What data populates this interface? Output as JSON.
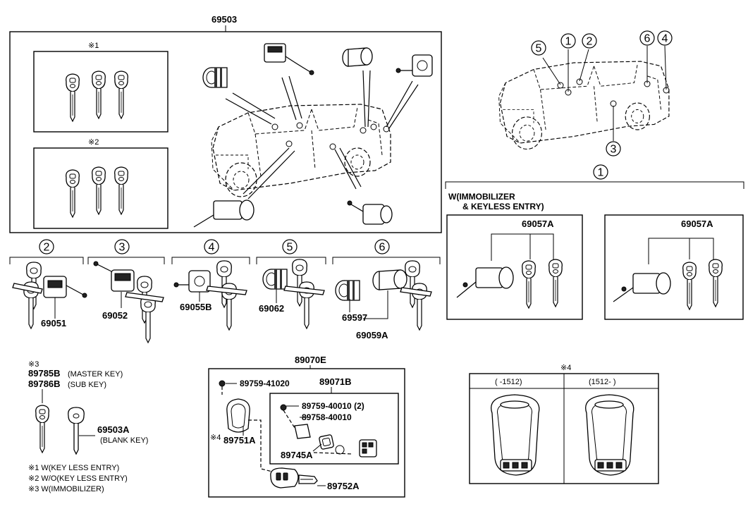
{
  "main_assembly": {
    "part_no": "69503",
    "note1_label": "※1",
    "note2_label": "※2"
  },
  "locations": {
    "top_callouts": [
      "5",
      "1",
      "2",
      "6",
      "4"
    ],
    "side_callout": "3"
  },
  "groups": [
    {
      "ref": "2",
      "parts": [
        "69051"
      ]
    },
    {
      "ref": "3",
      "parts": [
        "69052"
      ]
    },
    {
      "ref": "4",
      "parts": [
        "69055B"
      ]
    },
    {
      "ref": "5",
      "parts": [
        "69062"
      ]
    },
    {
      "ref": "6",
      "parts": [
        "69597",
        "69059A"
      ]
    }
  ],
  "ignition_group": {
    "ref": "1",
    "variant_label_line1": "W(IMMOBILIZER",
    "variant_label_line2": "& KEYLESS ENTRY)",
    "left_part": "69057A",
    "right_part": "69057A"
  },
  "keys": {
    "note_label": "※3",
    "master_key": "89785B",
    "master_key_desc": "(MASTER KEY)",
    "sub_key": "89786B",
    "sub_key_desc": "(SUB KEY)",
    "blank_key": "69503A",
    "blank_key_desc": "(BLANK KEY)"
  },
  "legend": [
    "※1 W(KEY LESS ENTRY)",
    "※2 W/O(KEY LESS ENTRY)",
    "※3 W(IMMOBILIZER)"
  ],
  "transmitter": {
    "assembly": "89070E",
    "screw_outer": "89759-41020",
    "sub_assembly": "89071B",
    "screw_inner": "89759-40010 (2)",
    "cover": "89758-40010",
    "case_note": "※4",
    "case": "89751A",
    "board": "89745A",
    "key": "89752A"
  },
  "case_variants": {
    "note_label": "※4",
    "left_range": "(     -1512)",
    "right_range": "(1512-     )"
  }
}
